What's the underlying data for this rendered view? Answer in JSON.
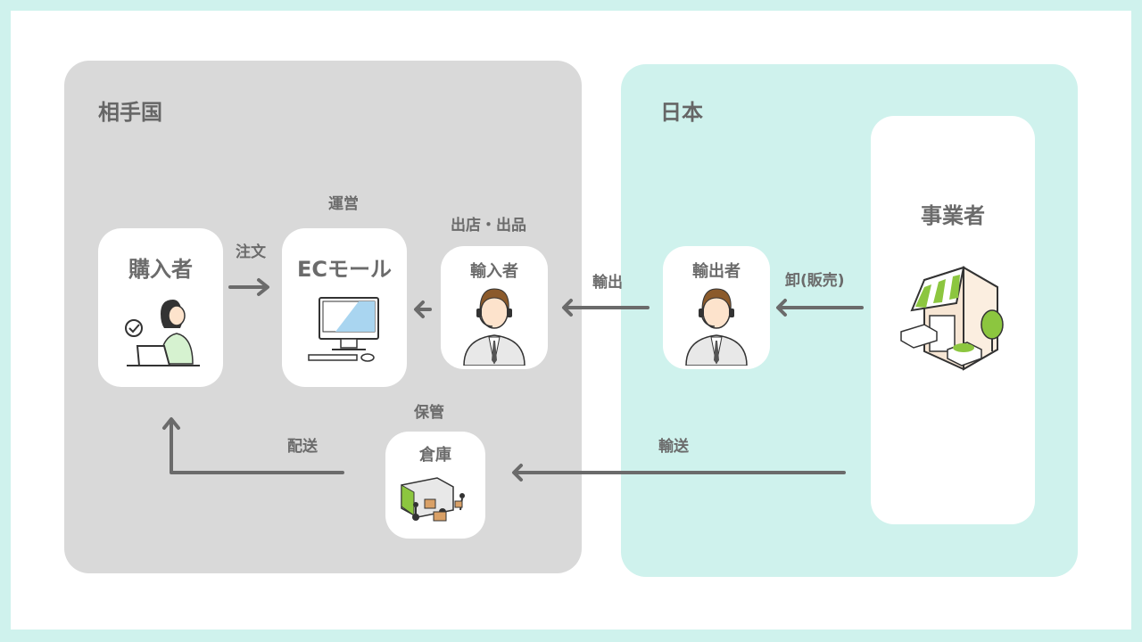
{
  "regions": {
    "foreign": {
      "title": "相手国"
    },
    "japan": {
      "title": "日本"
    }
  },
  "nodes": {
    "buyer": {
      "label": "購入者"
    },
    "ec_mall": {
      "label": "ECモール"
    },
    "importer": {
      "label": "輸入者"
    },
    "exporter": {
      "label": "輸出者"
    },
    "business": {
      "label": "事業者"
    },
    "warehouse": {
      "label": "倉庫"
    }
  },
  "flows": {
    "order": "注文",
    "operate": "運営",
    "listing": "出店・出品",
    "export": "輸出",
    "wholesale": "卸(販売)",
    "storage": "保管",
    "delivery": "配送",
    "transport": "輸送"
  },
  "colors": {
    "foreign_bg": "#d9d9d9",
    "japan_bg": "#cff2ed",
    "arrow": "#6b6b6b",
    "accent_green": "#8cc63f"
  }
}
